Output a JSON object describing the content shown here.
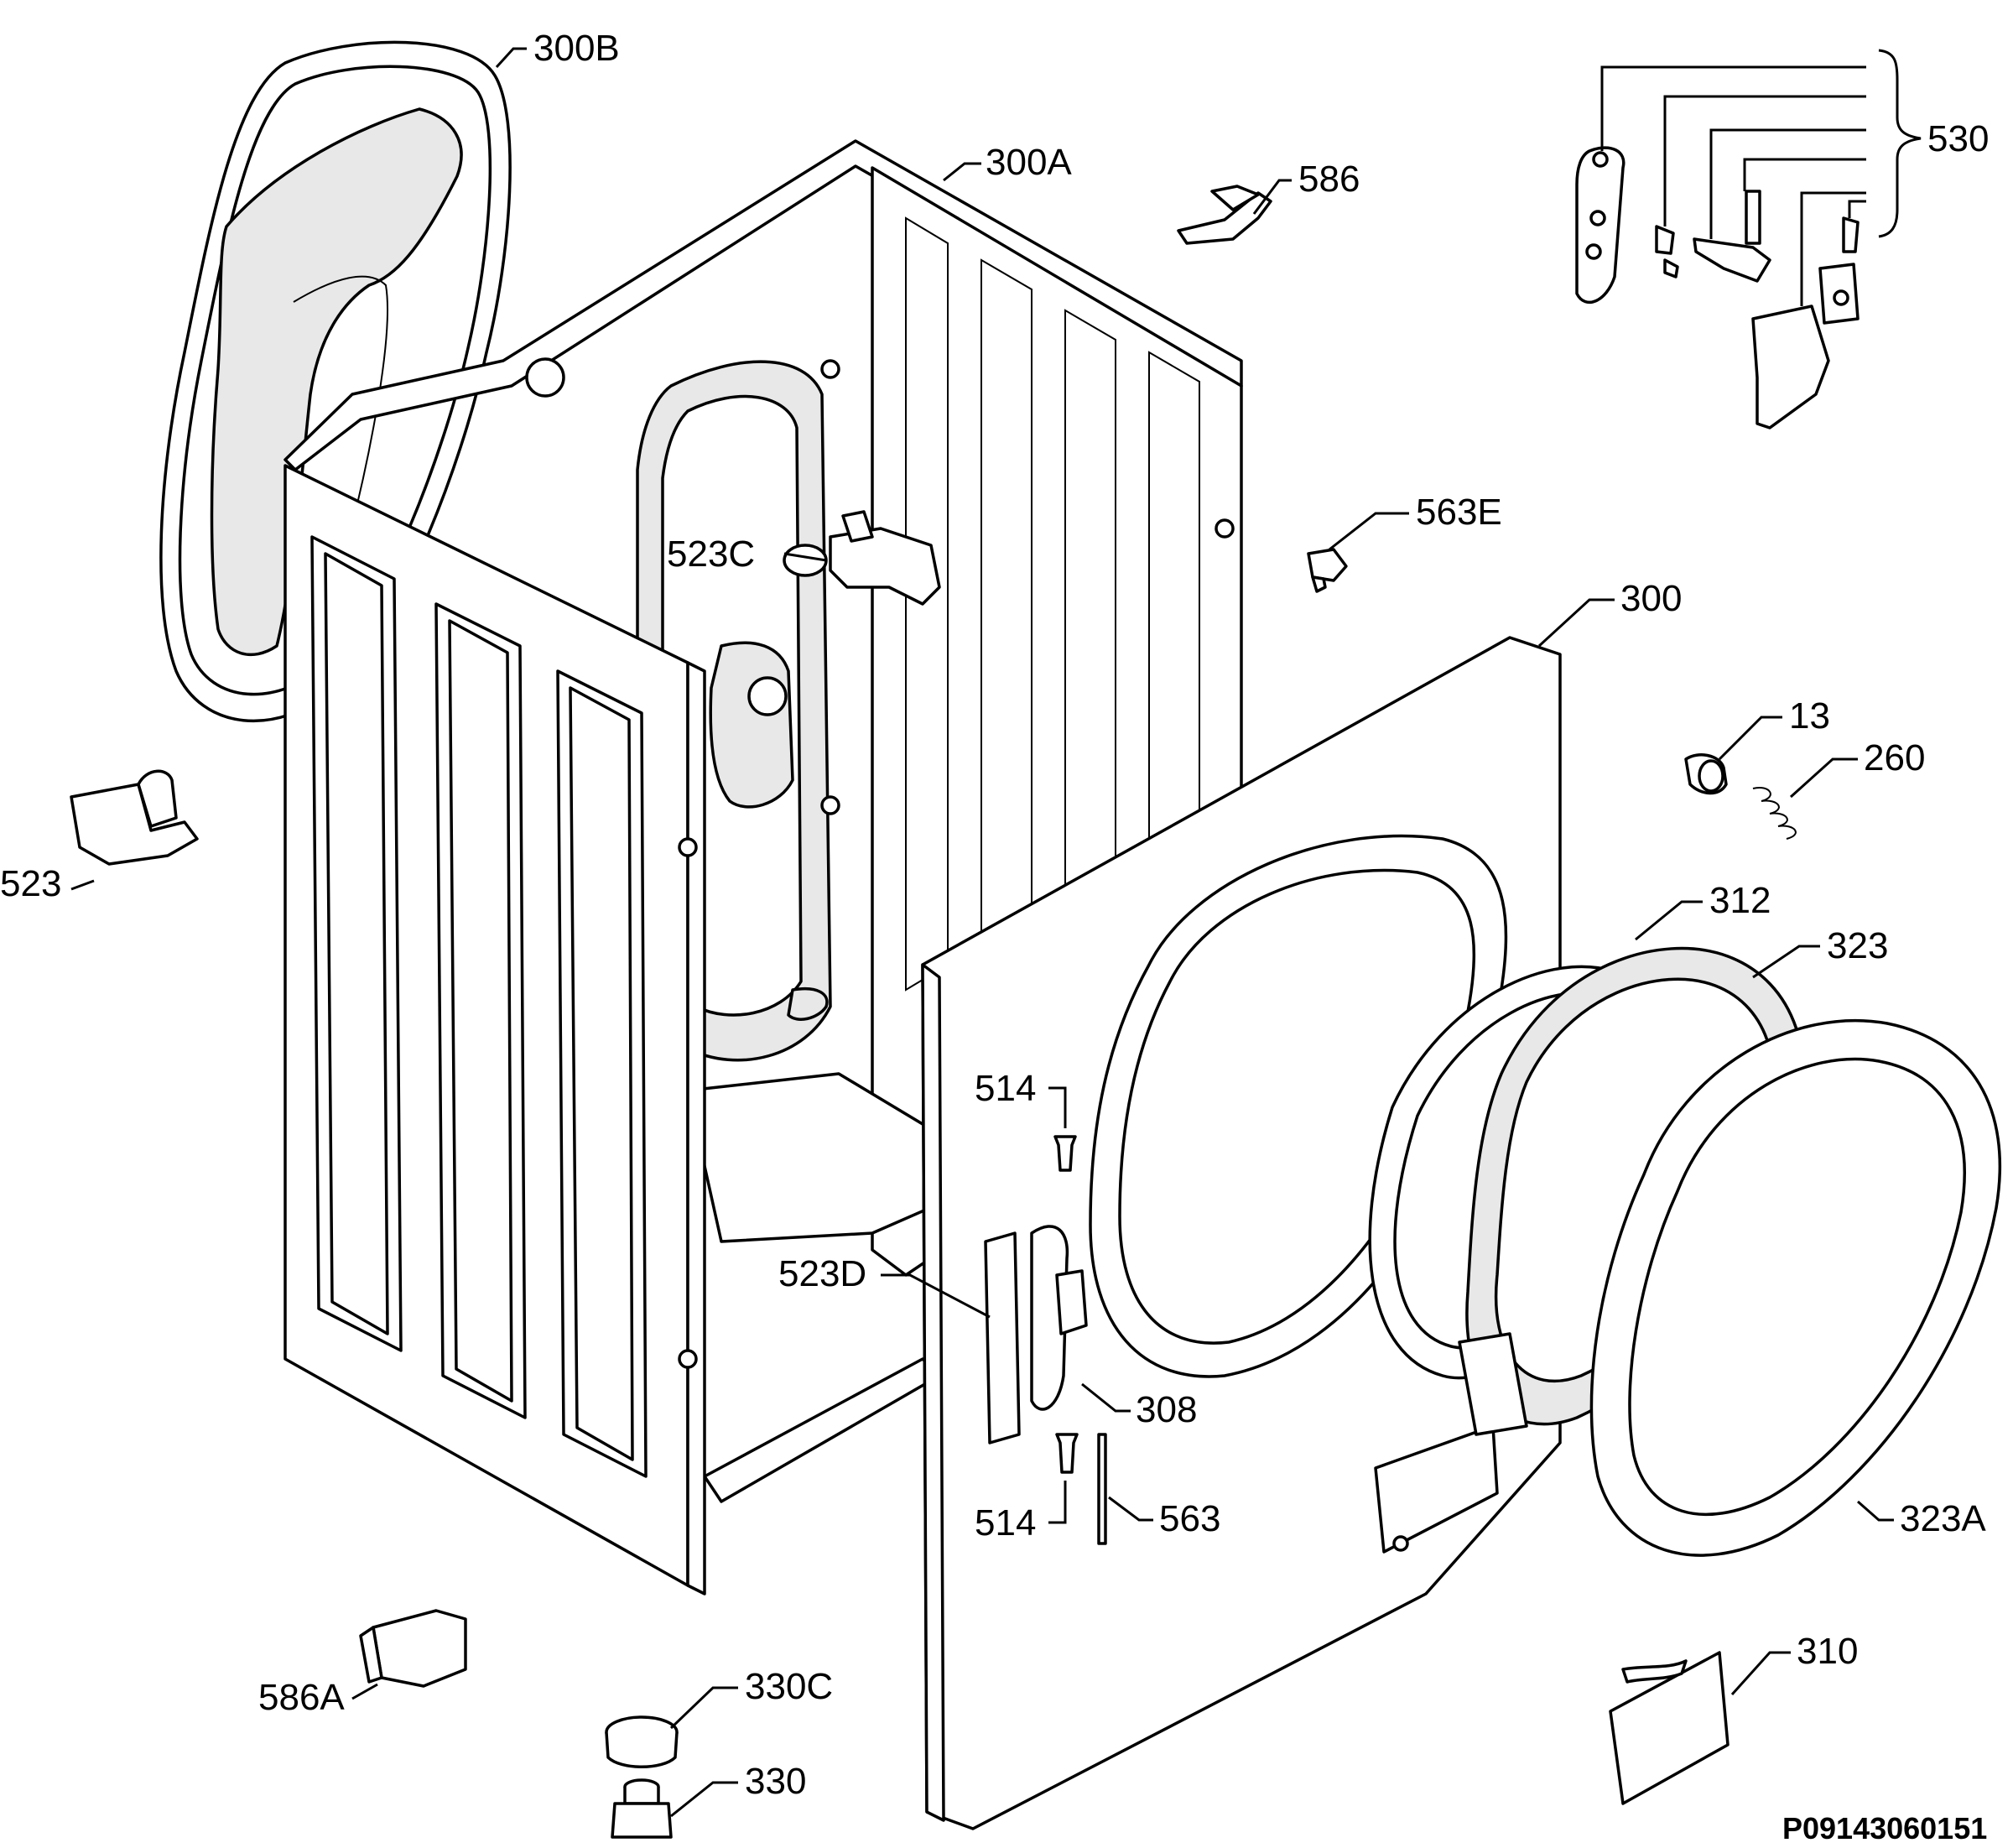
{
  "labels": {
    "l300B": "300B",
    "l300A": "300A",
    "l586": "586",
    "l530": "530",
    "l563E": "563E",
    "l523C": "523C",
    "l300": "300",
    "l13": "13",
    "l260": "260",
    "l523": "523",
    "l312": "312",
    "l323": "323",
    "l514top": "514",
    "l523D": "523D",
    "l308": "308",
    "l514bot": "514",
    "l563": "563",
    "l323A": "323A",
    "l310": "310",
    "l586A": "586A",
    "l330C": "330C",
    "l330": "330"
  },
  "drawing_code": "P09143060151"
}
